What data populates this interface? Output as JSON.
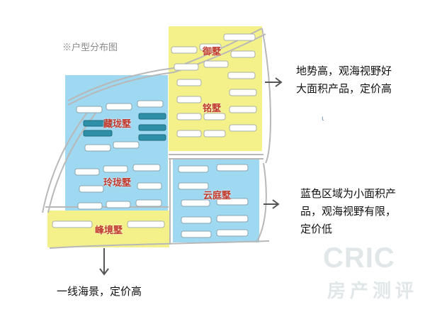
{
  "title": "※户型分布图",
  "zones": {
    "yushu": "御墅",
    "mingshu": "铭墅",
    "cangxianshu": "藏珑墅",
    "linglongshu": "玲珑墅",
    "yuntingshu": "云庭墅",
    "fengjingshu": "峰境墅"
  },
  "annotations": {
    "top_right": [
      "地势高，观海视野好",
      "大面积产品，定价高"
    ],
    "middle_right": [
      "蓝色区域为小面积产",
      "品，观海视野有限，",
      "定价低"
    ],
    "bottom": "一线海景，定价高",
    "stray_mark": "ι"
  },
  "watermark": {
    "logo": "CRIC",
    "subtitle": "房产测评"
  },
  "colors": {
    "yellow_zone": "#f4f18a",
    "blue_zone": "#9fd8f1",
    "label_red": "#c0392b",
    "road": "#b5b5b5"
  }
}
